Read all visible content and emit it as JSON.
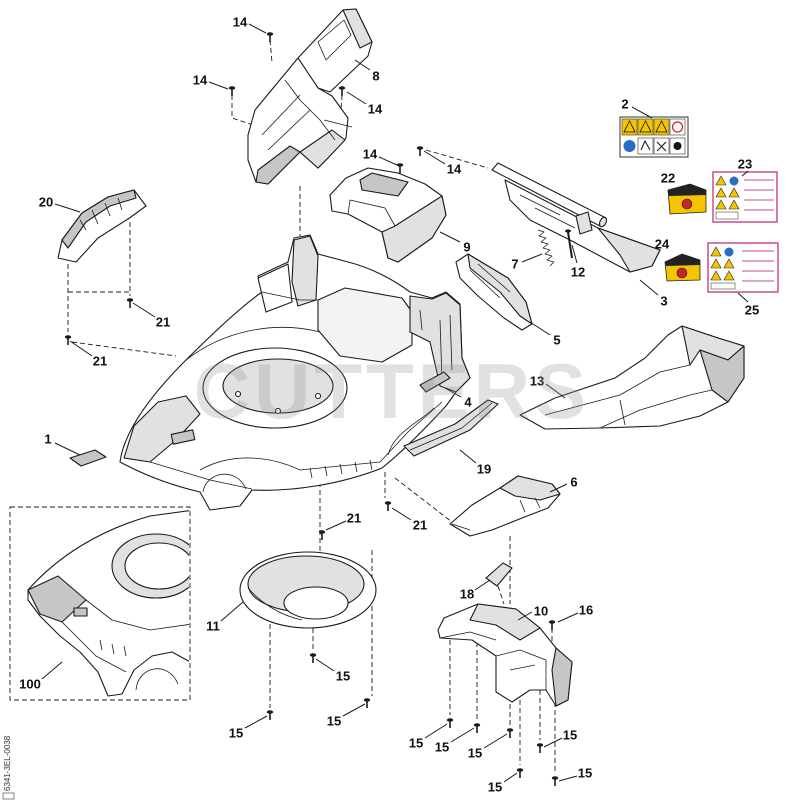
{
  "diagram": {
    "callouts": [
      "14",
      "8",
      "14",
      "14",
      "2",
      "14",
      "14",
      "23",
      "22",
      "20",
      "9",
      "24",
      "7",
      "12",
      "3",
      "25",
      "21",
      "5",
      "21",
      "13",
      "4",
      "1",
      "19",
      "6",
      "21",
      "21",
      "18",
      "10",
      "16",
      "11",
      "15",
      "100",
      "15",
      "15",
      "15",
      "15",
      "15",
      "15",
      "15",
      "15"
    ],
    "watermark": "CUTTERS",
    "drawing_code": "6341-3EL-0038"
  }
}
